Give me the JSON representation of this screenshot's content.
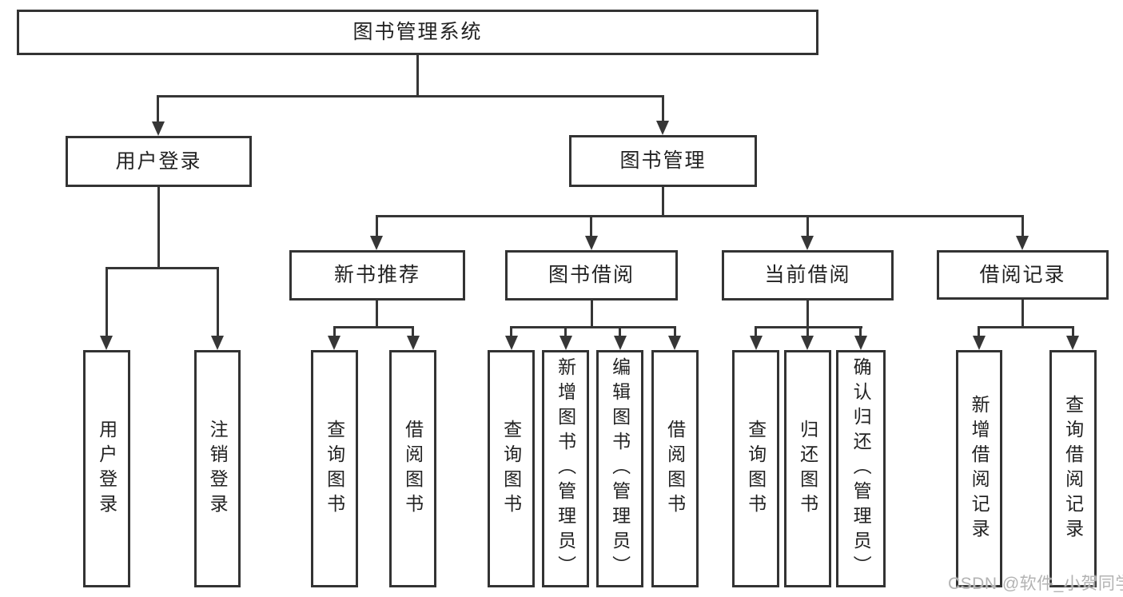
{
  "tree": {
    "root": {
      "label": "图书管理系统",
      "children": [
        {
          "label": "用户登录",
          "children": [
            {
              "label": "用户登录"
            },
            {
              "label": "注销登录"
            }
          ]
        },
        {
          "label": "图书管理",
          "children": [
            {
              "label": "新书推荐",
              "children": [
                {
                  "label": "查询图书"
                },
                {
                  "label": "借阅图书"
                }
              ]
            },
            {
              "label": "图书借阅",
              "children": [
                {
                  "label": "查询图书"
                },
                {
                  "label": "新增图书（管理员）"
                },
                {
                  "label": "编辑图书（管理员）"
                },
                {
                  "label": "借阅图书"
                }
              ]
            },
            {
              "label": "当前借阅",
              "children": [
                {
                  "label": "查询图书"
                },
                {
                  "label": "归还图书"
                },
                {
                  "label": "确认归还（管理员）"
                }
              ]
            },
            {
              "label": "借阅记录",
              "children": [
                {
                  "label": "新增借阅记录"
                },
                {
                  "label": "查询借阅记录"
                }
              ]
            }
          ]
        }
      ]
    }
  },
  "watermark": {
    "text": "CSDN @软件_小贺同学"
  },
  "colors": {
    "line": "#363636",
    "box_border": "#333333",
    "text": "#222222",
    "watermark": "#b3b3b3",
    "background": "#ffffff"
  }
}
